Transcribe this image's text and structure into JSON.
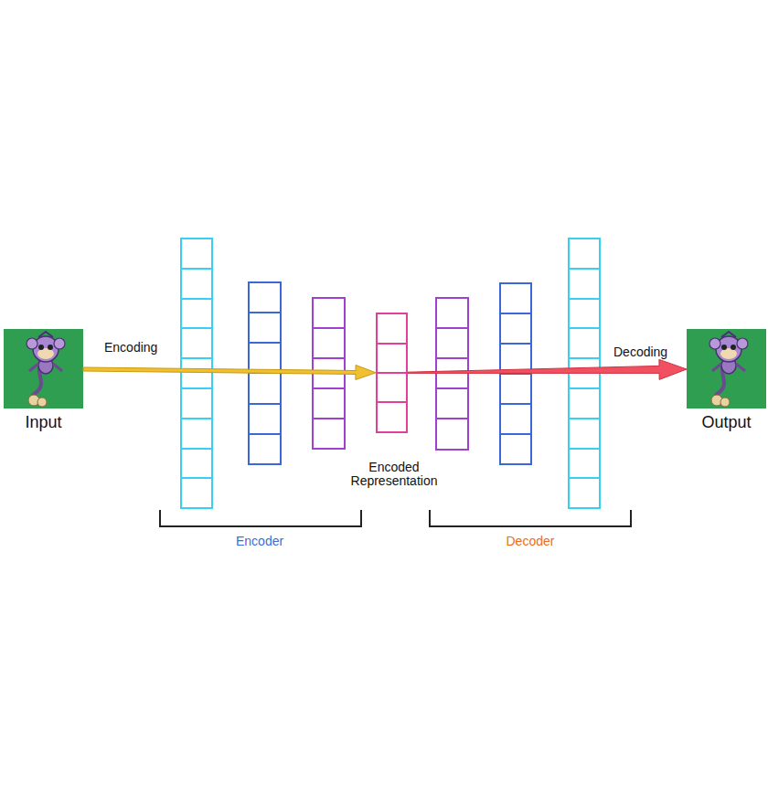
{
  "diagram": {
    "nodes": [
      {
        "text": [
          "Input"
        ]
      },
      {
        "text": [
          "Encoded Representation"
        ]
      },
      {
        "text": [
          "Output"
        ]
      }
    ],
    "edges": [
      {
        "from": 0,
        "to": 1,
        "arrow": "to",
        "label": "Encoding"
      },
      {
        "from": 1,
        "to": 2,
        "arrow": "to",
        "label": "Decoding"
      }
    ],
    "labels": [
      "Encoder",
      "Decoder"
    ]
  }
}
